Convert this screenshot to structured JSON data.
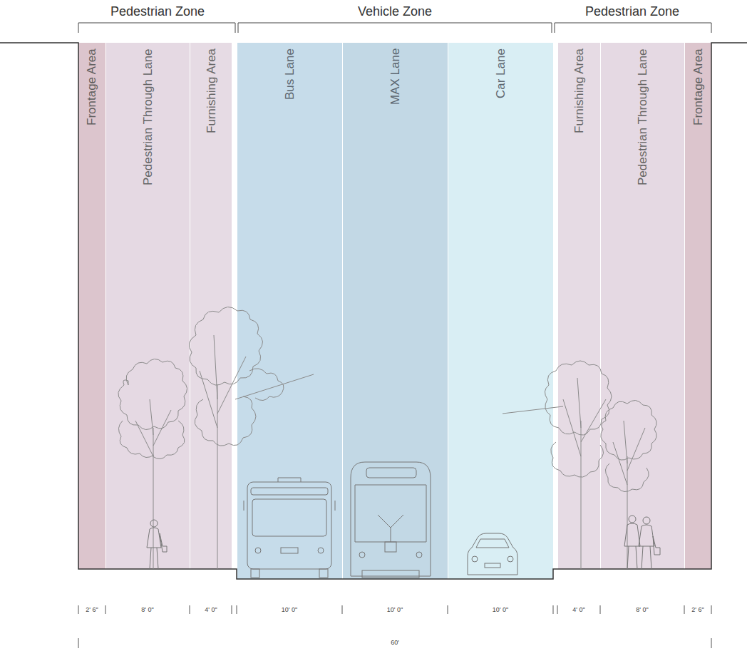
{
  "diagram": {
    "nodes": [
      {
        "text": [
          "Frontage Area"
        ]
      },
      {
        "text": [
          "Pedestrian Through Lane"
        ]
      },
      {
        "text": [
          "Furnishing Area"
        ]
      },
      {
        "text": [
          "Bus Lane"
        ]
      },
      {
        "text": [
          "MAX Lane"
        ]
      },
      {
        "text": [
          "Car Lane"
        ]
      },
      {
        "text": [
          "Furnishing Area"
        ]
      },
      {
        "text": [
          "Pedestrian Through Lane"
        ]
      },
      {
        "text": [
          "Frontage Area"
        ]
      }
    ],
    "labels": [
      "Pedestrian Zone",
      "Vehicle Zone",
      "Pedestrian Zone",
      "2' 6\"",
      "8' 0\"",
      "4' 0\"",
      "10' 0\"",
      "10' 0\"",
      "10' 0\"",
      "4' 0\"",
      "8' 0\"",
      "2' 6\"",
      "60'"
    ]
  }
}
